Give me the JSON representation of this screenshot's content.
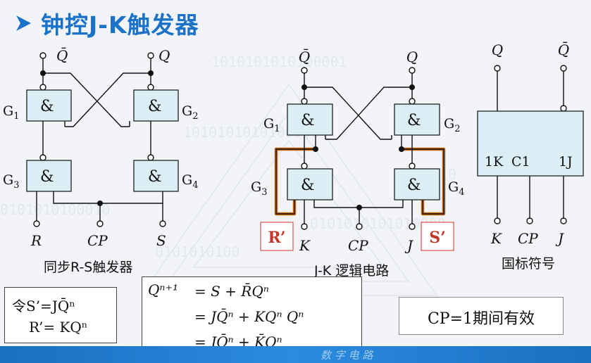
{
  "title": "钟控J-K触发器",
  "sr_circuit": {
    "caption": "同步R-S触发器",
    "gates": [
      {
        "id": "G1",
        "symbol": "&"
      },
      {
        "id": "G2",
        "symbol": "&"
      },
      {
        "id": "G3",
        "symbol": "&"
      },
      {
        "id": "G4",
        "symbol": "&"
      }
    ],
    "inputs": [
      "R",
      "CP",
      "S"
    ],
    "outputs": [
      "Q̄",
      "Q"
    ]
  },
  "jk_circuit": {
    "caption": "J-K 逻辑电路",
    "gates": [
      {
        "id": "G1",
        "symbol": "&"
      },
      {
        "id": "G2",
        "symbol": "&"
      },
      {
        "id": "G3",
        "symbol": "&"
      },
      {
        "id": "G4",
        "symbol": "&"
      }
    ],
    "inputs": [
      "K",
      "CP",
      "J"
    ],
    "outputs": [
      "Q̄",
      "Q"
    ],
    "r_prime": "R’",
    "s_prime": "S’"
  },
  "standard_symbol": {
    "caption": "国标符号",
    "pins": [
      "1K",
      "C1",
      "1J"
    ],
    "inputs": [
      "K",
      "CP",
      "J"
    ],
    "outputs": [
      "Q",
      "Q̄"
    ]
  },
  "definitions": {
    "line1": "令S’=JQ̄ⁿ",
    "line2": "R’= KQⁿ"
  },
  "equation": {
    "lhs": "Qⁿ⁺¹",
    "line1": "= S + R̄Qⁿ",
    "line2": "= JQ̄ⁿ + KQⁿ Qⁿ",
    "line3": "= JQ̄ⁿ + K̄Qⁿ"
  },
  "note": "CP=1期间有效",
  "colors": {
    "title": "#1a73c8",
    "gate_fill": "#dbeef6",
    "highlight": "#c8690f",
    "label_red": "#c0392b"
  }
}
